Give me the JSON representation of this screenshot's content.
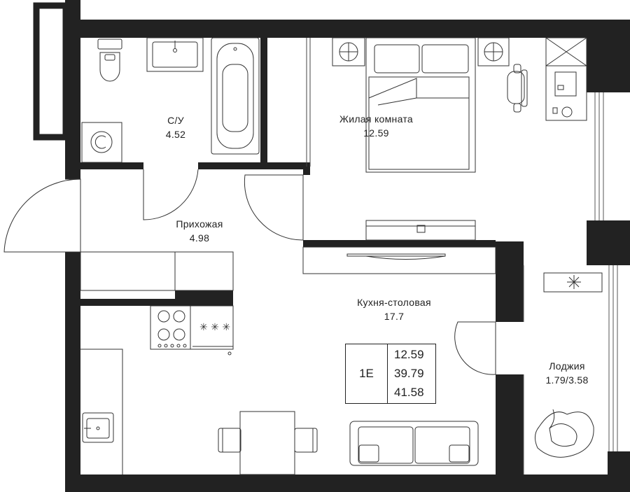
{
  "colors": {
    "wall": "#222222",
    "line": "#333333",
    "background": "#ffffff"
  },
  "rooms": [
    {
      "name": "С/У",
      "area": "4.52"
    },
    {
      "name": "Жилая комната",
      "area": "12.59"
    },
    {
      "name": "Прихожая",
      "area": "4.98"
    },
    {
      "name": "Кухня-столовая",
      "area": "17.7"
    },
    {
      "name": "Лоджия",
      "area": "1.79/3.58"
    }
  ],
  "summary": {
    "type": "1E",
    "values": [
      "12.59",
      "39.79",
      "41.58"
    ]
  },
  "furniture_icons": [
    "toilet-icon",
    "sink-icon",
    "bathtub-icon",
    "washing-machine-icon",
    "bed-icon",
    "nightstand-icon",
    "desk-icon",
    "chair-icon",
    "wardrobe-icon",
    "tv-icon",
    "stove-icon",
    "kitchen-sink-icon",
    "dining-table-icon",
    "sofa-icon",
    "armchair-icon",
    "air-conditioner-icon"
  ]
}
